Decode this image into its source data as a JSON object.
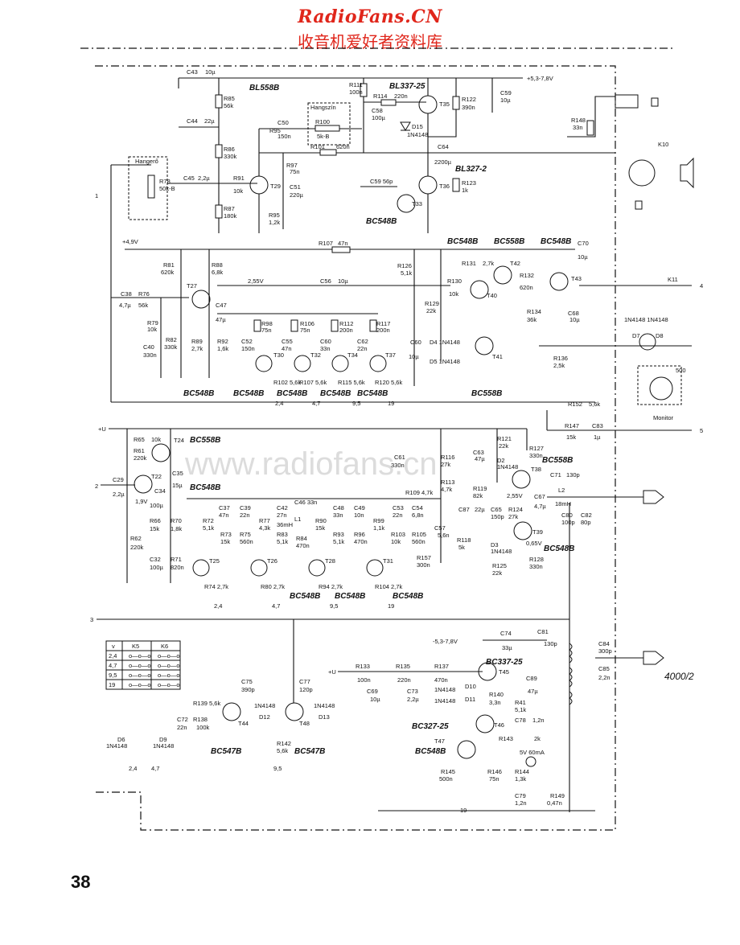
{
  "header": {
    "site_title": "RadioFans.CN",
    "site_subtitle": "收音机爱好者资料库",
    "watermark": "www.radiofans.cn"
  },
  "page_number": "38",
  "drawing_number": "4000/2",
  "rails": {
    "top_supply": "+5,3-7,8V",
    "supply_49": "+4,9V",
    "plus_u_top": "+U",
    "plus_u_bottom": "+U",
    "neg_supply": "-5,3-7,8V"
  },
  "connectors": {
    "k10": "K10",
    "k11": "K11",
    "socket_500": "500",
    "monitor": "Monitor",
    "edge_1": "1",
    "edge_2": "2",
    "edge_3": "3",
    "edge_4": "4",
    "edge_5": "5"
  },
  "labels": {
    "hangero": "Hangerő",
    "hangszin": "Hangszín",
    "r100": "R100",
    "r100v": "5k-B",
    "r78": "R78",
    "r78v": "50k-B",
    "bl558b": "BL558B",
    "bl33725": "BL337-25",
    "bl3272": "BL327-2",
    "r148": "R148",
    "r148v": "33n",
    "c43": "C43",
    "c43v": "10µ",
    "c44": "C44",
    "c44v": "22µ",
    "c45": "C45",
    "c45v": "2,2µ",
    "c50": "C50",
    "c50v": "150n",
    "r101": "R101",
    "r101v": "620n",
    "c64": "C64",
    "c64v": "2200µ",
    "r111": "R111",
    "r111v": "100n",
    "r114": "R114",
    "r114v": "220n",
    "c59": "C59",
    "c59v": "10µ",
    "r122": "R122",
    "r122v": "390n",
    "d15": "D15",
    "d15v": "1N4148",
    "t35": "T35",
    "t36": "T36",
    "t33": "T33",
    "t29": "T29",
    "bc548b_t33": "BC548B",
    "r107": "R107",
    "r107v": "47n",
    "bc548b_a": "BC548B",
    "bc558b_a": "BC558B",
    "bc548b_b": "BC548B",
    "c70": "C70",
    "c70v": "10µ",
    "t42": "T42",
    "t43": "T43",
    "t40": "T40",
    "t41": "T41",
    "t27": "T27",
    "v255": "2,55V",
    "c56": "C56",
    "c56v": "10µ",
    "r132": "R132",
    "r132v": "620n",
    "r136": "R136",
    "r136v": "2,5k",
    "bc558b_t41": "BC558B",
    "bc548b_t27": "BC548B",
    "bc548b_t30": "BC548B",
    "bc548b_t32": "BC548B",
    "bc548b_t34": "BC548B",
    "bc548b_t37": "BC548B",
    "r152": "R152",
    "r152v": "5,6k",
    "r147": "R147",
    "r147v": "15k",
    "c83": "C83",
    "c83v": "1µ",
    "t24": "T24",
    "bc558b_t24": "BC558B",
    "t22": "T22",
    "bc548b_t22": "BC548B",
    "t38": "T38",
    "bc558b_t38": "BC558B",
    "t39": "T39",
    "bc548b_t39": "BC548B",
    "l2": "L2",
    "l2v": "18mH",
    "c71": "C71",
    "c71v": "130p",
    "c80": "C80",
    "c80v": "100p",
    "c82": "C82",
    "c82v": "80p",
    "t25": "T25",
    "t26": "T26",
    "t28": "T28",
    "t31": "T31",
    "bc548b_t26": "BC548B",
    "bc548b_t28": "BC548B",
    "bc548b_t31": "BC548B",
    "k5": "K5",
    "k6": "K6",
    "v_head": "v",
    "v1": "2,4",
    "v2": "4,7",
    "v3": "9,5",
    "v4": "19",
    "t45": "T45",
    "bc33725": "BC337-25",
    "t46": "T46",
    "bc32725": "BC327-25",
    "t47": "T47",
    "bc548b_t47": "BC548B",
    "t44": "T44",
    "bc547b_t44": "BC547B",
    "t48": "T48",
    "bc547b_t48": "BC547B",
    "r143": "R143",
    "r143v": "2k",
    "lamp": "5V 60mA",
    "c81": "C81",
    "c81v": "130p",
    "c84": "C84",
    "c84v": "300p",
    "c85": "C85",
    "c85v": "2,2n",
    "d6": "D6",
    "d9": "D9",
    "d6v": "1N4148",
    "d9v": "1N4148",
    "r145": "R145",
    "r145v": "500n",
    "r149": "R149",
    "r149v": "0,47n",
    "r142": "R142",
    "r142v": "5,6k",
    "out_24": "2,4",
    "out_47": "4,7",
    "out_95": "9,5",
    "out_19": "19"
  }
}
